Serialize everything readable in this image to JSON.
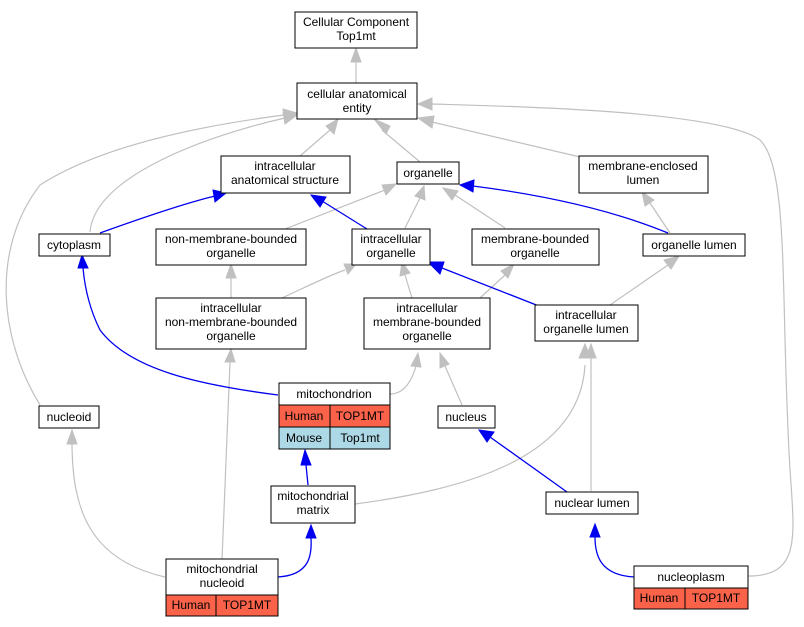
{
  "colors": {
    "human": "#fa634a",
    "mouse": "#add8e6",
    "is_a_edge": "#c0c0c0",
    "part_of_edge": "#0000ee"
  },
  "nodes": {
    "root": [
      "Cellular Component",
      "Top1mt"
    ],
    "cae": [
      "cellular anatomical",
      "entity"
    ],
    "ias": [
      "intracellular",
      "anatomical structure"
    ],
    "organelle": [
      "organelle"
    ],
    "mel": [
      "membrane-enclosed",
      "lumen"
    ],
    "cytoplasm": [
      "cytoplasm"
    ],
    "nmbo": [
      "non-membrane-bounded",
      "organelle"
    ],
    "io": [
      "intracellular",
      "organelle"
    ],
    "mbo": [
      "membrane-bounded",
      "organelle"
    ],
    "ol": [
      "organelle lumen"
    ],
    "inmbo": [
      "intracellular",
      "non-membrane-bounded",
      "organelle"
    ],
    "imbo": [
      "intracellular",
      "membrane-bounded",
      "organelle"
    ],
    "iol": [
      "intracellular",
      "organelle lumen"
    ],
    "nucleoid": [
      "nucleoid"
    ],
    "mito": [
      "mitochondrion"
    ],
    "nucleus": [
      "nucleus"
    ],
    "mm": [
      "mitochondrial",
      "matrix"
    ],
    "nl": [
      "nuclear lumen"
    ],
    "mn": [
      "mitochondrial",
      "nucleoid"
    ],
    "np": [
      "nucleoplasm"
    ]
  },
  "annotations": {
    "mito": [
      [
        "Human",
        "TOP1MT"
      ],
      [
        "Mouse",
        "Top1mt"
      ]
    ],
    "mn": [
      [
        "Human",
        "TOP1MT"
      ]
    ],
    "np": [
      [
        "Human",
        "TOP1MT"
      ]
    ]
  }
}
